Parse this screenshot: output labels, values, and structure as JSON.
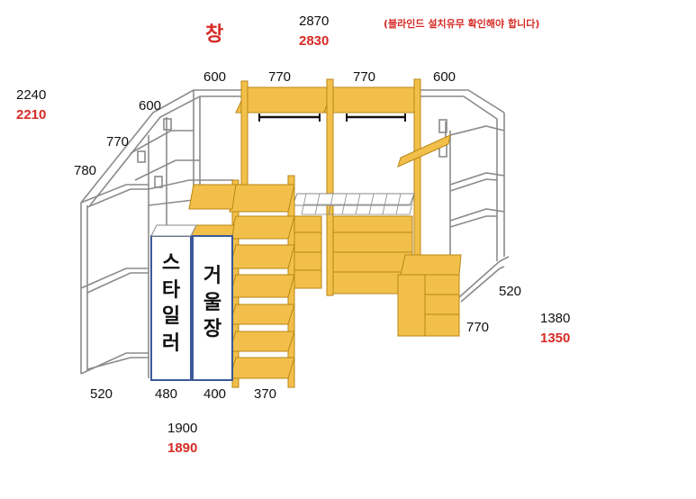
{
  "header": {
    "window_label": "창",
    "note": "(블라인드 설치유무 확인해야 합니다)"
  },
  "dimensions": {
    "top_width": "2870",
    "top_width_alt": "2830",
    "left_height": "2240",
    "left_height_alt": "2210",
    "right_height": "1380",
    "right_height_alt": "1350",
    "bottom_total": "1900",
    "bottom_total_alt": "1890",
    "top_600_left": "600",
    "top_770_left": "770",
    "top_770_right": "770",
    "top_600_right": "600",
    "left_600": "600",
    "left_770": "770",
    "left_780": "780",
    "right_520": "520",
    "right_770": "770",
    "bottom_520": "520",
    "bottom_480": "480",
    "bottom_400": "400",
    "bottom_370": "370"
  },
  "panels": {
    "styler": "스타일러",
    "mirror": "거울장"
  },
  "colors": {
    "wood": "#f2c04a",
    "wood_dark": "#d9a326",
    "frame": "#8a8a8a",
    "panel_border": "#3b5998",
    "accent_red": "#d62b25"
  }
}
